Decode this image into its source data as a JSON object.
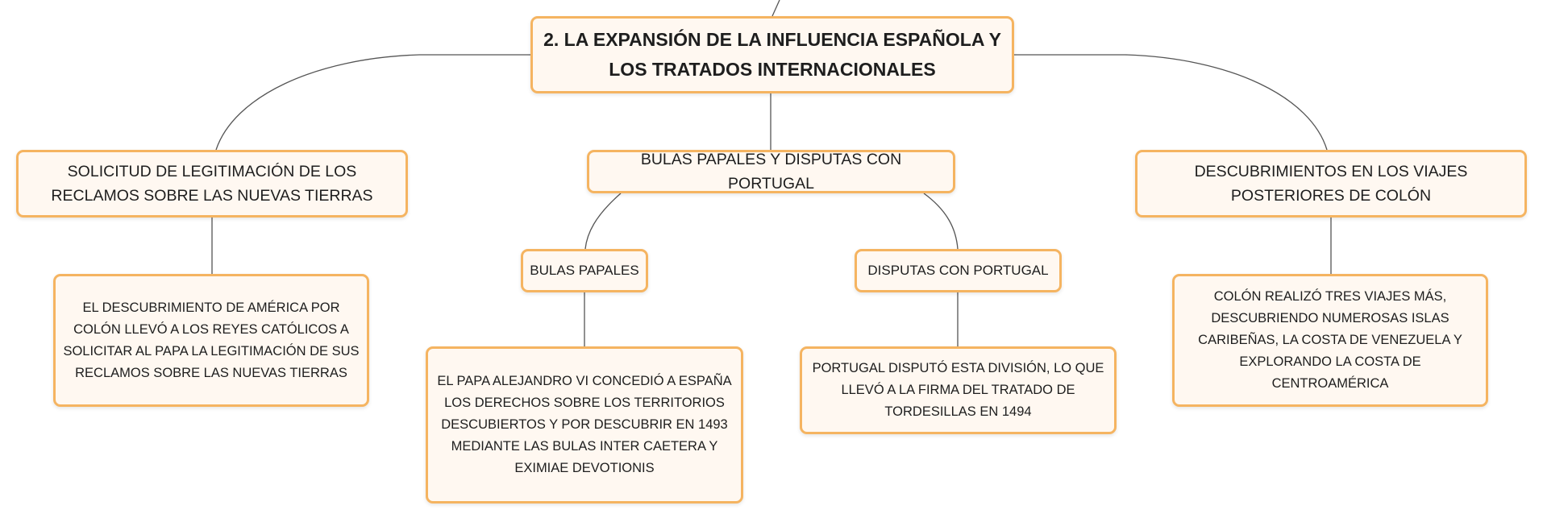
{
  "root": {
    "title": "2. LA EXPANSIÓN DE LA INFLUENCIA ESPAÑOLA Y LOS TRATADOS INTERNACIONALES"
  },
  "topics": [
    {
      "label": "SOLICITUD DE LEGITIMACIÓN DE LOS RECLAMOS SOBRE LAS NUEVAS TIERRAS",
      "detail": "EL DESCUBRIMIENTO DE AMÉRICA POR COLÓN LLEVÓ A LOS REYES CATÓLICOS A SOLICITAR AL PAPA LA LEGITIMACIÓN DE SUS RECLAMOS SOBRE LAS NUEVAS TIERRAS"
    },
    {
      "label": "BULAS PAPALES Y DISPUTAS CON PORTUGAL",
      "subtopics": [
        {
          "label": "BULAS PAPALES",
          "detail": "EL PAPA ALEJANDRO VI CONCEDIÓ A ESPAÑA LOS DERECHOS SOBRE LOS TERRITORIOS DESCUBIERTOS Y POR DESCUBRIR EN 1493 MEDIANTE LAS BULAS INTER CAETERA Y EXIMIAE DEVOTIONIS"
        },
        {
          "label": "DISPUTAS CON PORTUGAL",
          "detail": "PORTUGAL DISPUTÓ ESTA DIVISIÓN, LO QUE LLEVÓ A LA FIRMA DEL TRATADO DE TORDESILLAS EN 1494"
        }
      ]
    },
    {
      "label": "DESCUBRIMIENTOS EN LOS VIAJES POSTERIORES DE COLÓN",
      "detail": "COLÓN REALIZÓ TRES VIAJES MÁS, DESCUBRIENDO NUMEROSAS ISLAS CARIBEÑAS, LA COSTA DE VENEZUELA Y EXPLORANDO LA COSTA DE CENTROAMÉRICA"
    }
  ],
  "colors": {
    "node_border": "#f5b461",
    "node_fill": "#fff8f1",
    "connector": "#555555",
    "text": "#1e1e1e"
  }
}
